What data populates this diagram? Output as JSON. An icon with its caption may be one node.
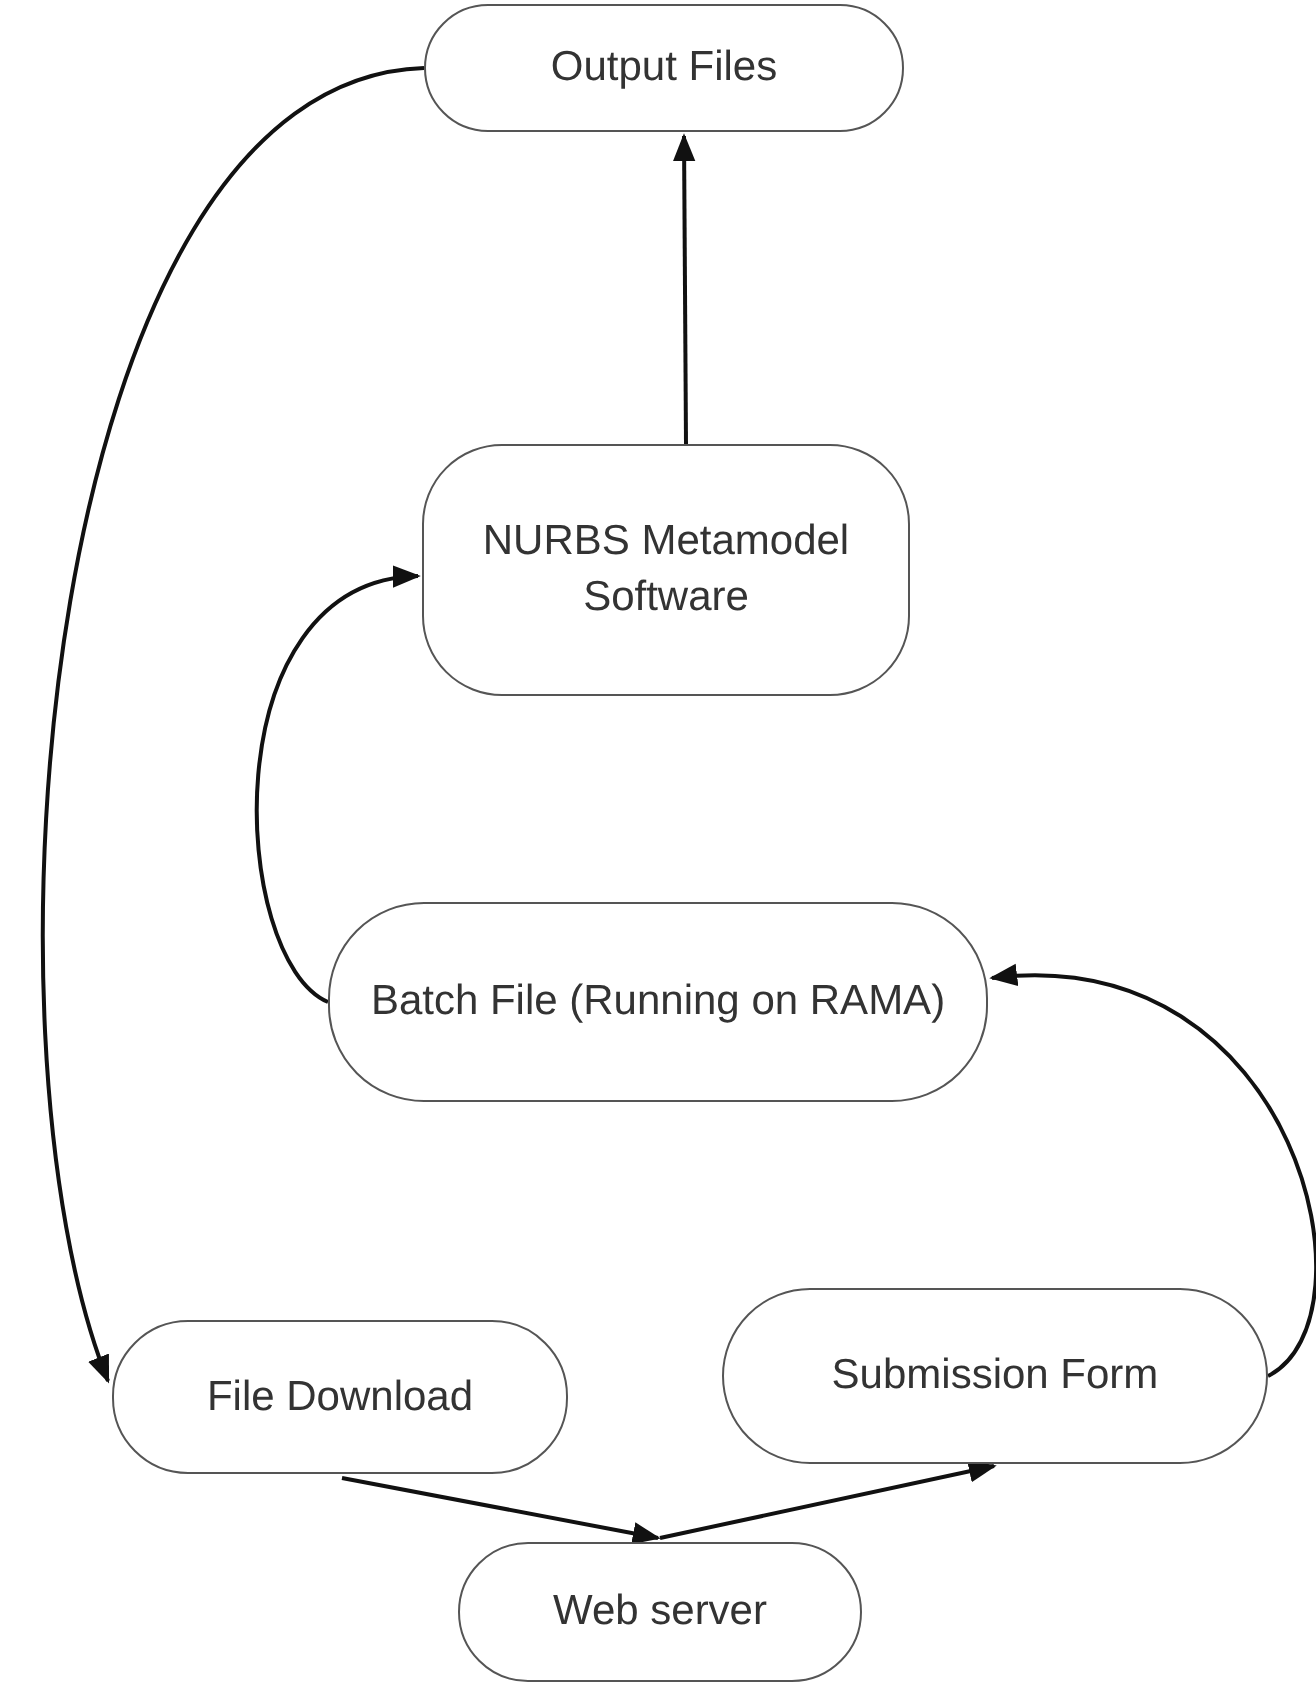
{
  "diagram": {
    "nodes": [
      {
        "text": [
          "Output Files"
        ]
      },
      {
        "text": [
          "NURBS Metamodel Software"
        ]
      },
      {
        "text": [
          "Batch File (Running on RAMA)"
        ]
      },
      {
        "text": [
          "File Download"
        ]
      },
      {
        "text": [
          "Submission Form"
        ]
      },
      {
        "text": [
          "Web server"
        ]
      }
    ],
    "edges": [
      {
        "from": 0,
        "to": 3,
        "arrow": "to"
      },
      {
        "from": 1,
        "to": 0,
        "arrow": "to"
      },
      {
        "from": 2,
        "to": 1,
        "arrow": "to"
      },
      {
        "from": 4,
        "to": 2,
        "arrow": "to"
      },
      {
        "from": 3,
        "to": 5,
        "arrow": "to"
      },
      {
        "from": 5,
        "to": 4,
        "arrow": "to"
      }
    ]
  }
}
